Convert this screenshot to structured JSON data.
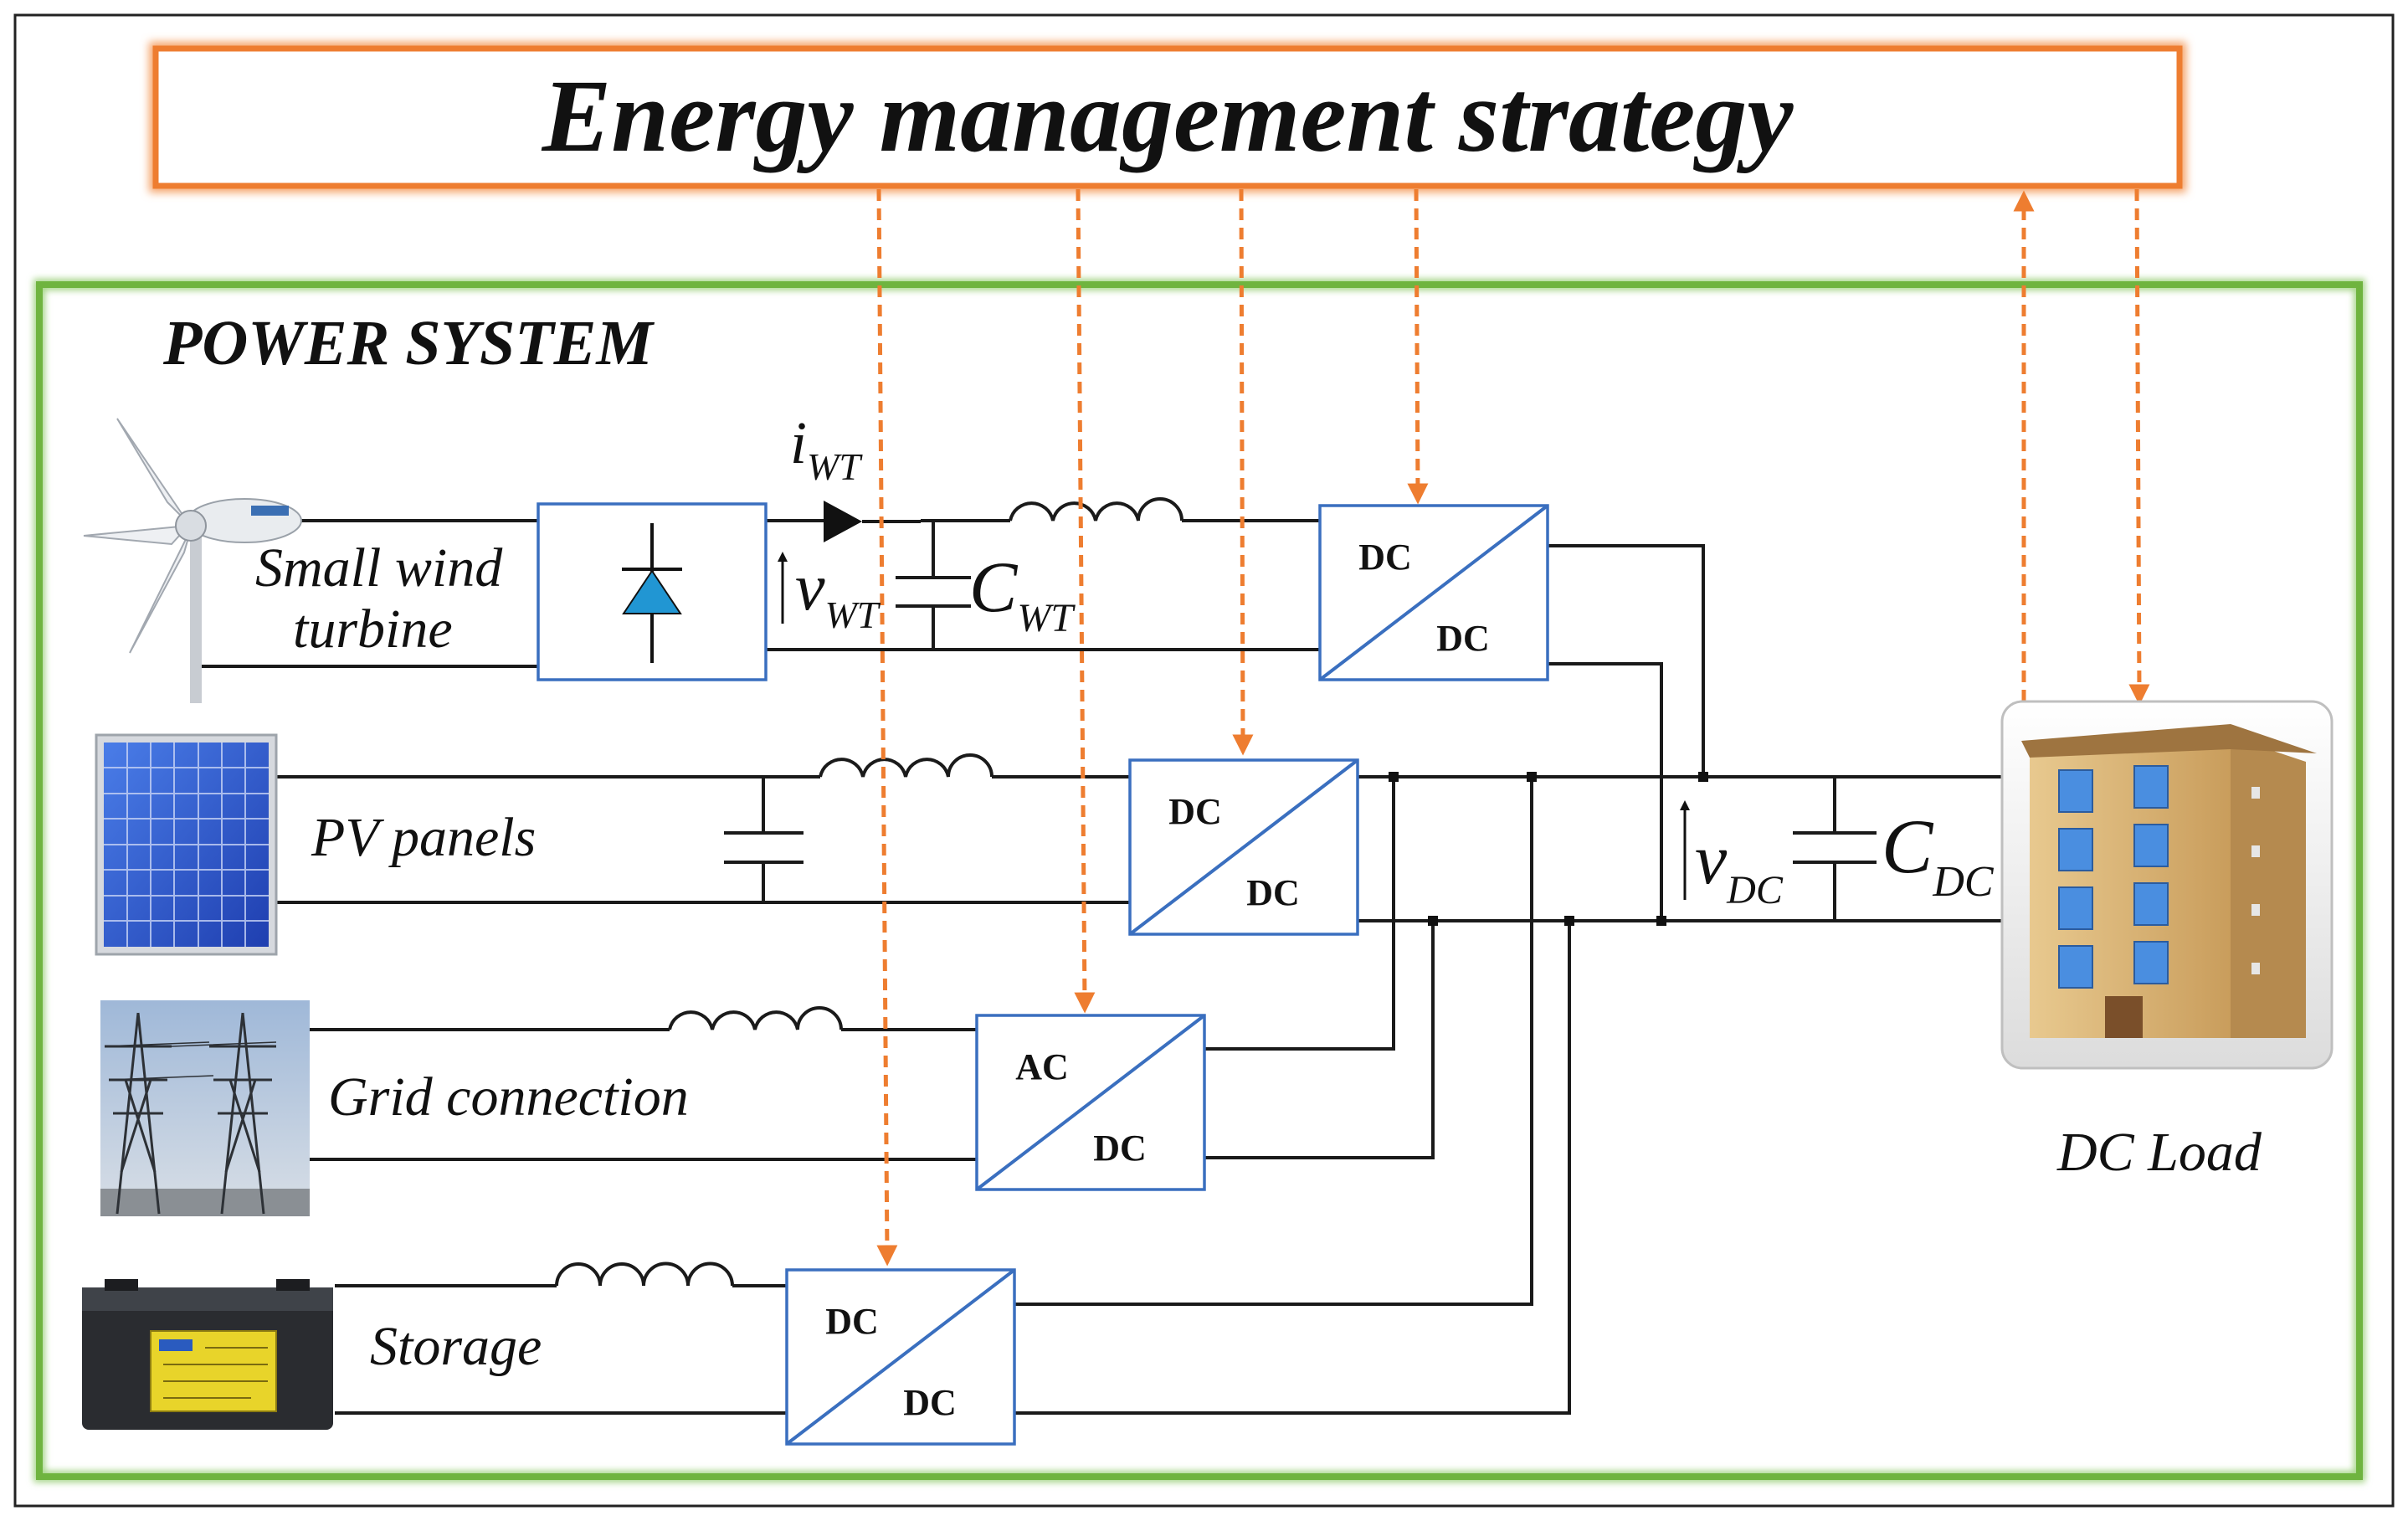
{
  "title": "Energy management strategy",
  "section_title": "POWER SYSTEM",
  "sources": {
    "wind": "Small wind turbine",
    "wind_line1": "Small wind",
    "wind_line2": "turbine",
    "pv": "PV panels",
    "grid": "Grid connection",
    "storage": "Storage",
    "load": "DC Load"
  },
  "converters": {
    "wind": {
      "top": "DC",
      "bottom": "DC"
    },
    "pv": {
      "top": "DC",
      "bottom": "DC"
    },
    "grid": {
      "top": "AC",
      "bottom": "DC"
    },
    "storage": {
      "top": "DC",
      "bottom": "DC"
    }
  },
  "symbols": {
    "i_wt": {
      "main": "i",
      "sub": "WT"
    },
    "v_wt": {
      "main": "v",
      "sub": "WT"
    },
    "c_wt": {
      "main": "C",
      "sub": "WT"
    },
    "v_dc": {
      "main": "v",
      "sub": "DC"
    },
    "c_dc": {
      "main": "C",
      "sub": "DC"
    }
  },
  "colors": {
    "control_lines": "#ee7d30",
    "power_system_border": "#6fb43f",
    "converter_border": "#3a6fbf",
    "diode": "#2196d3"
  },
  "icons": [
    "wind-turbine-icon",
    "solar-panel-icon",
    "transmission-tower-icon",
    "battery-icon",
    "building-icon",
    "diode-icon"
  ]
}
